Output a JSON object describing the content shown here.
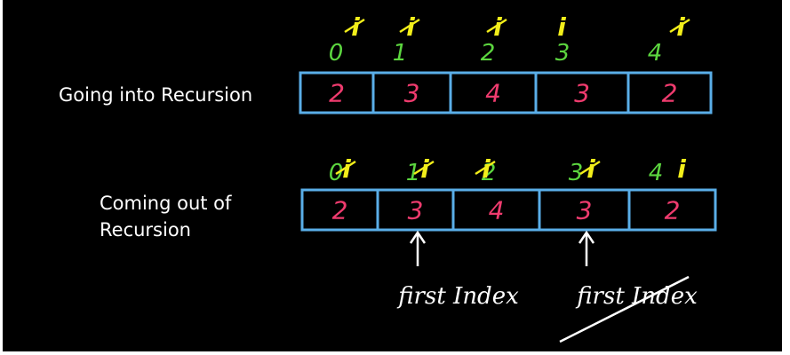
{
  "diagram": {
    "background": "#000000",
    "colors": {
      "cell_border": "#5aaee8",
      "index": "#5cd63f",
      "value": "#ef3b6e",
      "pointer": "#f2ee1a",
      "annotation": "#ffffff"
    },
    "pointer_glyph": "i",
    "rows": [
      {
        "id": "into",
        "label": "Going into Recursion",
        "indices": [
          "0",
          "1",
          "2",
          "3",
          "4"
        ],
        "values": [
          "2",
          "3",
          "4",
          "3",
          "2"
        ]
      },
      {
        "id": "out",
        "label": "Coming out of Recursion",
        "indices": [
          "0",
          "1",
          "2",
          "3",
          "4"
        ],
        "values": [
          "2",
          "3",
          "4",
          "3",
          "2"
        ]
      }
    ],
    "annotations": [
      {
        "id": "first-index-valid",
        "text": "first Index",
        "struck": false
      },
      {
        "id": "first-index-struck",
        "text": "first Index",
        "struck": true
      }
    ]
  }
}
